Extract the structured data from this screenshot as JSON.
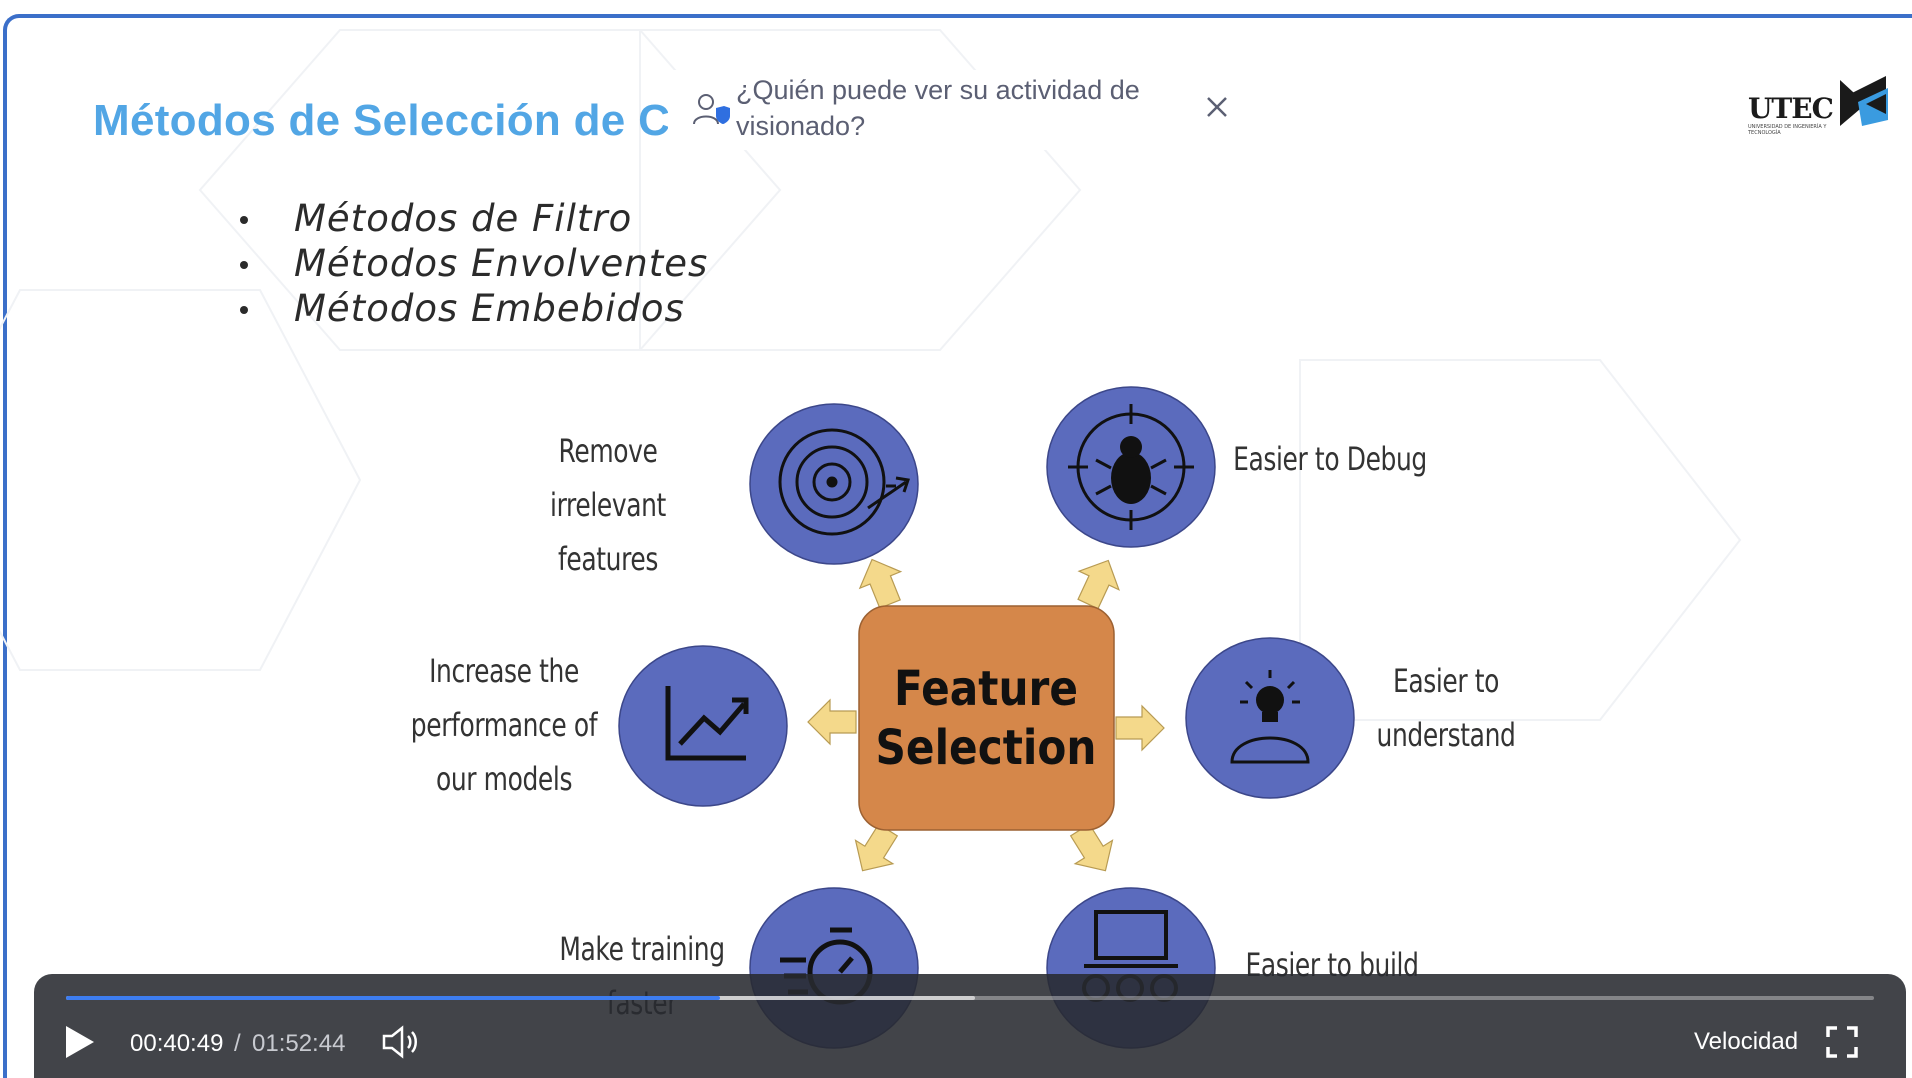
{
  "slide": {
    "title": "Métodos de Selección de C",
    "bullets": [
      "Métodos de Filtro",
      "Métodos Envolventes",
      "Métodos Embebidos"
    ],
    "logo": {
      "text": "UTEC",
      "subtext": "UNIVERSIDAD DE INGENIERÍA Y TECNOLOGÍA"
    }
  },
  "popup": {
    "text": "¿Quién puede ver su actividad de visionado?",
    "icon": "user-shield-icon",
    "close_icon": "close-icon"
  },
  "diagram": {
    "center_line1": "Feature",
    "center_line2": "Selection",
    "nodes": [
      {
        "label_line1": "Remove irrelevant",
        "label_line2": "features",
        "label_line3": "",
        "icon": "target-dart-icon"
      },
      {
        "label_line1": "Easier to Debug",
        "label_line2": "",
        "label_line3": "",
        "icon": "bug-crosshair-icon"
      },
      {
        "label_line1": "Increase the",
        "label_line2": "performance of",
        "label_line3": "our models",
        "icon": "chart-up-icon"
      },
      {
        "label_line1": "Easier to",
        "label_line2": "understand",
        "label_line3": "",
        "icon": "lightbulb-person-icon"
      },
      {
        "label_line1": "Make training",
        "label_line2": "faster",
        "label_line3": "",
        "icon": "stopwatch-icon"
      },
      {
        "label_line1": "Easier to build",
        "label_line2": "",
        "label_line3": "",
        "icon": "laptop-gears-icon"
      }
    ],
    "colors": {
      "circle": "#5b6bbd",
      "center": "#d5874a",
      "arrow": "#f4d98b"
    }
  },
  "player": {
    "current_time": "00:40:49",
    "separator": "/",
    "duration": "01:52:44",
    "speed_label": "Velocidad",
    "progress_fraction": 0.362,
    "buffered_fraction": 0.503,
    "icons": {
      "play": "play-icon",
      "volume": "volume-icon",
      "fullscreen": "fullscreen-icon"
    },
    "accent": "#3d7df0"
  }
}
